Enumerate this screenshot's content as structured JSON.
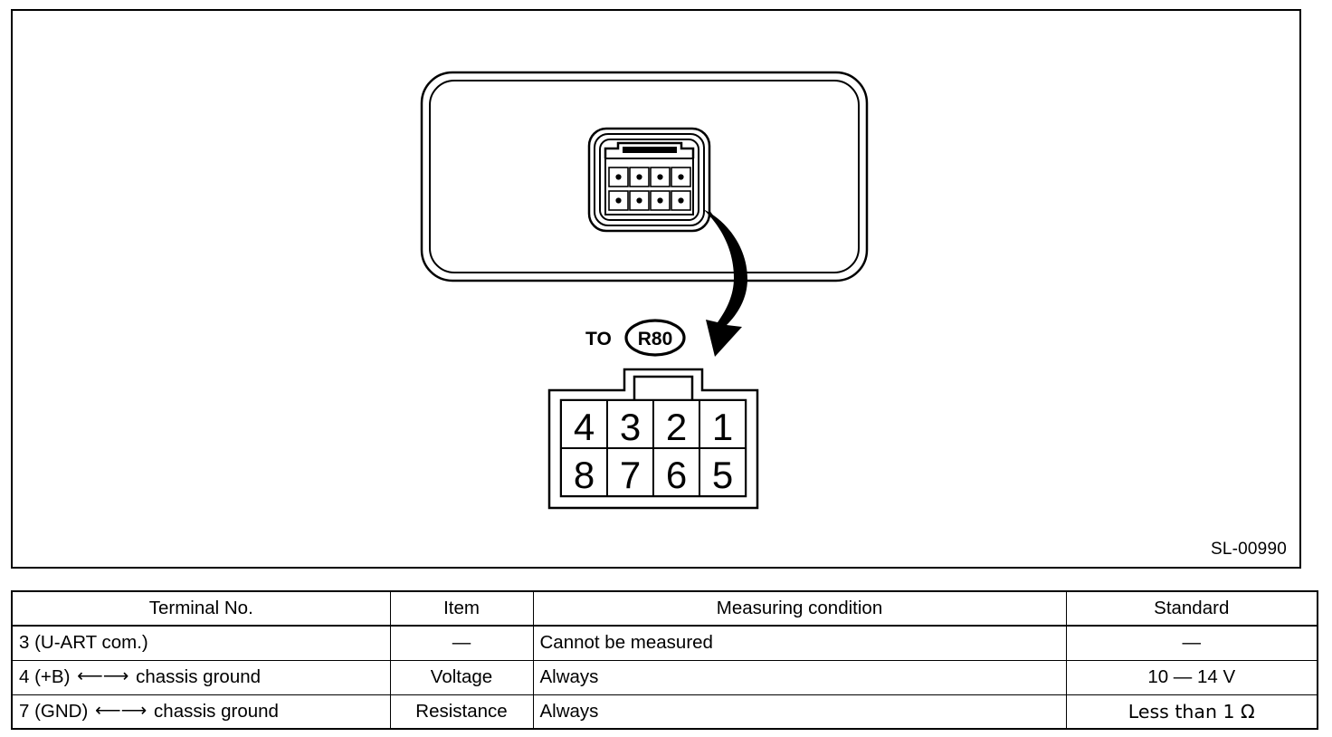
{
  "figure": {
    "code_label": "SL-00990",
    "to_label": "TO",
    "connector_ref": "R80",
    "housing": {
      "name": "connector-housing-outline"
    },
    "inset_connector": {
      "rows": [
        [
          "",
          "",
          "",
          ""
        ],
        [
          "",
          "",
          "",
          ""
        ]
      ],
      "cavity_count": 8
    },
    "pin_diagram": {
      "top_row": [
        "4",
        "3",
        "2",
        "1"
      ],
      "bottom_row": [
        "8",
        "7",
        "6",
        "5"
      ]
    },
    "colors": {
      "line": "#000000",
      "background": "#ffffff"
    }
  },
  "table": {
    "headers": [
      "Terminal No.",
      "Item",
      "Measuring condition",
      "Standard"
    ],
    "rows": [
      {
        "terminal": "3 (U-ART com.)",
        "item": "—",
        "condition": "Cannot be measured",
        "standard": "—"
      },
      {
        "terminal_prefix": "4 (+B) ",
        "terminal_arrow": "⟵⟶",
        "terminal_suffix": " chassis ground",
        "item": "Voltage",
        "condition": "Always",
        "standard": "10 — 14 V"
      },
      {
        "terminal_prefix": "7 (GND) ",
        "terminal_arrow": "⟵⟶",
        "terminal_suffix": " chassis ground",
        "item": "Resistance",
        "condition": "Always",
        "standard": "Less than 1 Ω"
      }
    ]
  }
}
